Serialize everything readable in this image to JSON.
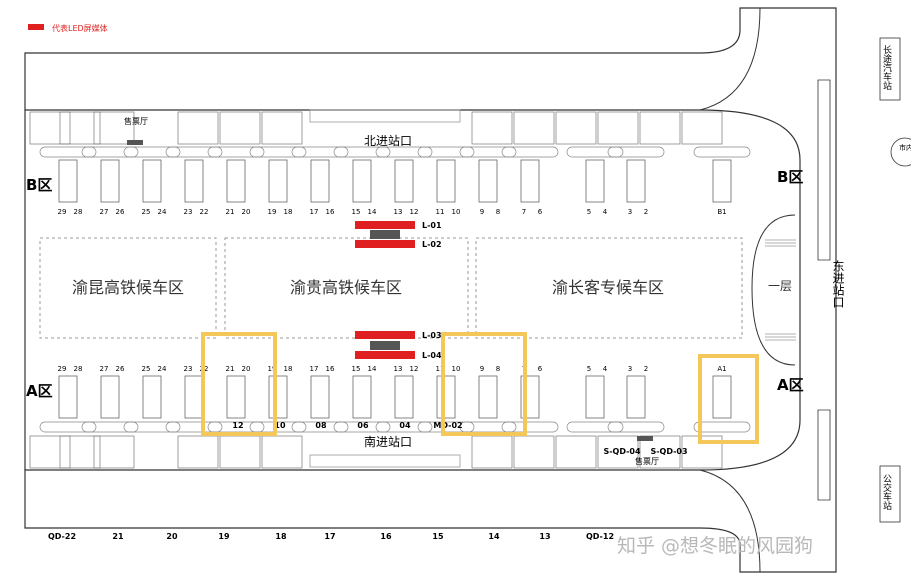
{
  "legend": {
    "text": "代表LED屏媒体",
    "color": "#e02020"
  },
  "areas": {
    "b_left": "B区",
    "b_right": "B区",
    "a_left": "A区",
    "a_right": "A区",
    "first_floor": "一层"
  },
  "entrances": {
    "north": "北进站口",
    "south": "南进站口",
    "east": "东进站口"
  },
  "waiting_zones": [
    "渝昆高铁候车区",
    "渝贵高铁候车区",
    "渝长客专候车区"
  ],
  "ticket_offices": {
    "north": "售票厅",
    "south": "售票厅"
  },
  "side_labels": {
    "long_bus": "长途汽车站",
    "public_bus": "公交车站",
    "city": "市内方向"
  },
  "led_screens": [
    "L-01",
    "L-02",
    "L-03",
    "L-04"
  ],
  "north_gates": [
    "29",
    "28",
    "27",
    "26",
    "25",
    "24",
    "23",
    "22",
    "21",
    "20",
    "19",
    "18",
    "17",
    "16",
    "15",
    "14",
    "13",
    "12",
    "11",
    "10",
    "9",
    "8",
    "7",
    "6",
    "5",
    "4",
    "3",
    "2",
    "B1"
  ],
  "south_gates": [
    "29",
    "28",
    "27",
    "26",
    "25",
    "24",
    "23",
    "22",
    "21",
    "20",
    "19",
    "18",
    "17",
    "16",
    "15",
    "14",
    "13",
    "12",
    "11",
    "10",
    "9",
    "8",
    "7",
    "6",
    "5",
    "4",
    "3",
    "2",
    "A1"
  ],
  "south_exit_labels": [
    "12",
    "10",
    "08",
    "06",
    "04",
    "MD-02",
    "S-QD-04",
    "S-QD-03"
  ],
  "bottom_labels": [
    "QD-22",
    "21",
    "20",
    "19",
    "18",
    "17",
    "16",
    "15",
    "14",
    "13",
    "QD-12"
  ],
  "watermark": "知乎 @想冬眠的风园狗",
  "colors": {
    "highlight": "#f4c75a",
    "led": "#e02020",
    "wall": "#333333"
  }
}
